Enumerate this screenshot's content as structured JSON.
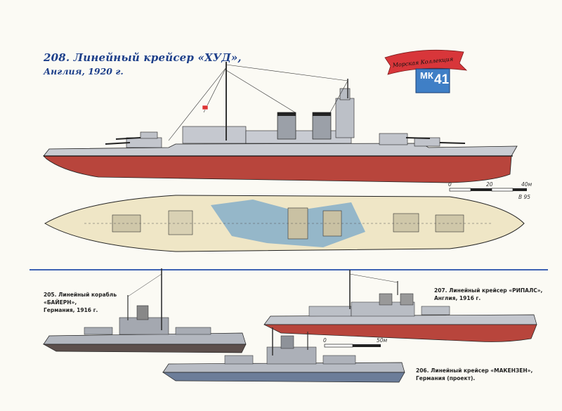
{
  "header": {
    "title": "208. Линейный крейсер «ХУД»,",
    "subtitle": "Англия, 1920 г."
  },
  "logo": {
    "ribbon_text": "Морская Коллекция",
    "letters": "МК",
    "number": "41"
  },
  "scales": {
    "top": {
      "ticks": [
        "0",
        "20",
        "40м"
      ],
      "code": "В 95"
    },
    "bottom": {
      "ticks": [
        "0",
        "50м"
      ]
    }
  },
  "captions": {
    "bayern": [
      "205. Линейный корабль",
      "«БАЙЕРН»,",
      "Германия, 1916 г."
    ],
    "repulse": [
      "207. Линейный крейсер «РИПАЛС»,",
      "Англия, 1916 г."
    ],
    "mackensen": [
      "206. Линейный крейсер «МАКЕНЗЕН»,",
      "Германия (проект)."
    ]
  },
  "colors": {
    "hull_grey": "#c9ccd2",
    "red_bottom": "#b8453c",
    "deck": "#efe6c6",
    "accent_blue": "#3f63b3"
  }
}
